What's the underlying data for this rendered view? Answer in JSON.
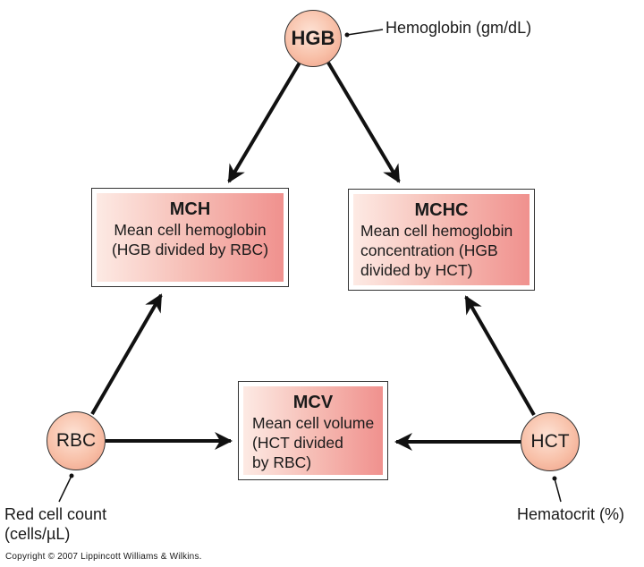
{
  "nodes": {
    "hgb": {
      "abbr": "HGB",
      "label": "Hemoglobin (gm/dL)"
    },
    "rbc": {
      "abbr": "RBC",
      "label_line1": "Red cell count",
      "label_line2": "(cells/µL)"
    },
    "hct": {
      "abbr": "HCT",
      "label": "Hematocrit (%)"
    }
  },
  "boxes": {
    "mch": {
      "title": "MCH",
      "lines": [
        "Mean cell hemoglobin",
        "(HGB divided by RBC)"
      ]
    },
    "mchc": {
      "title": "MCHC",
      "lines": [
        "Mean cell hemoglobin",
        "concentration (HGB",
        "divided by HCT)"
      ]
    },
    "mcv": {
      "title": "MCV",
      "lines": [
        "Mean cell volume",
        "(HCT divided",
        "by RBC)"
      ]
    }
  },
  "edges": [
    {
      "from": "HGB",
      "to": "MCH"
    },
    {
      "from": "HGB",
      "to": "MCHC"
    },
    {
      "from": "RBC",
      "to": "MCH"
    },
    {
      "from": "RBC",
      "to": "MCV"
    },
    {
      "from": "HCT",
      "to": "MCV"
    },
    {
      "from": "HCT",
      "to": "MCHC"
    }
  ],
  "colors": {
    "node_fill": "#f8c0a8",
    "box_gradient_end": "#f0918e",
    "arrow": "#111111"
  },
  "copyright": "Copyright © 2007 Lippincott Williams & Wilkins."
}
